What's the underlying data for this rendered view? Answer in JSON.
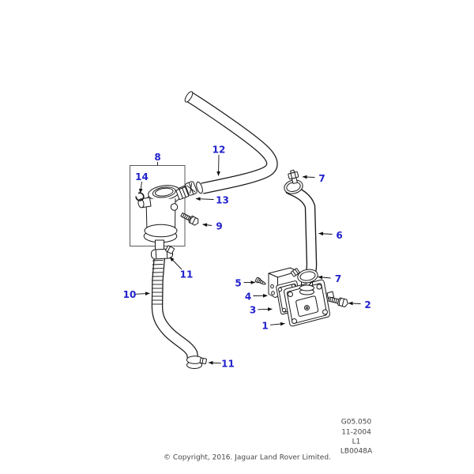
{
  "diagram": {
    "description": "Exploded parts diagram of engine breather / oil separator hoses",
    "callouts": {
      "c1": "1",
      "c2": "2",
      "c3": "3",
      "c4": "4",
      "c5": "5",
      "c6": "6",
      "c7": "7",
      "c8": "8",
      "c9": "9",
      "c10": "10",
      "c11": "11",
      "c12": "12",
      "c13": "13",
      "c14": "14"
    },
    "colors": {
      "callout": "#2222CC",
      "line": "#1a1a1a",
      "background": "#FFFFFF",
      "footer_text": "#444444"
    }
  },
  "footer": {
    "copyright": "© Copyright, 2016. Jaguar Land Rover Limited.",
    "ref_block": {
      "line1": "G05.050",
      "line2": "11-2004",
      "line3": "L1",
      "line4": "LB0048A"
    }
  }
}
